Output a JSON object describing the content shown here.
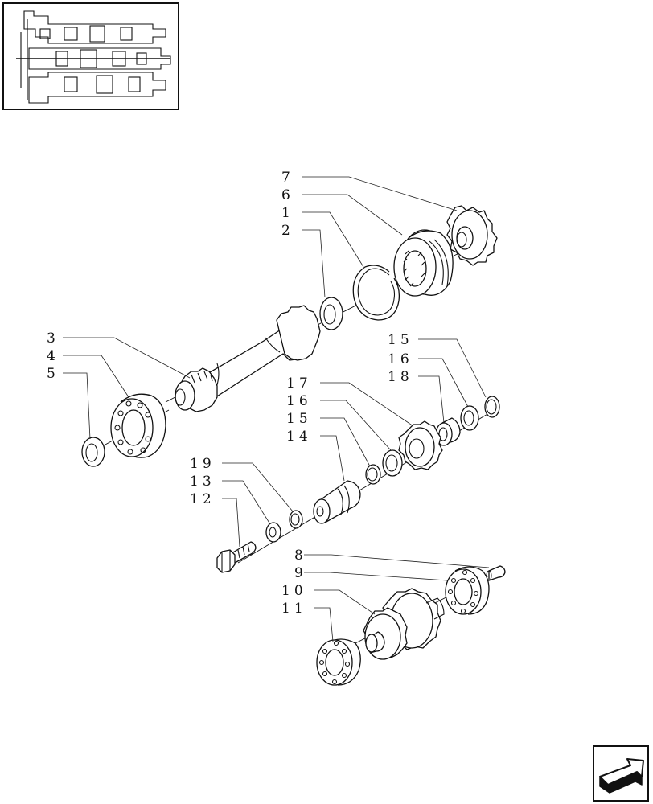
{
  "callouts": [
    {
      "id": "7",
      "text": "7"
    },
    {
      "id": "6",
      "text": "6"
    },
    {
      "id": "1",
      "text": "1"
    },
    {
      "id": "2",
      "text": "2"
    },
    {
      "id": "3",
      "text": "3"
    },
    {
      "id": "4",
      "text": "4"
    },
    {
      "id": "5",
      "text": "5"
    },
    {
      "id": "15a",
      "text": "15"
    },
    {
      "id": "16a",
      "text": "16"
    },
    {
      "id": "18",
      "text": "18"
    },
    {
      "id": "17",
      "text": "17"
    },
    {
      "id": "16b",
      "text": "16"
    },
    {
      "id": "15b",
      "text": "15"
    },
    {
      "id": "14",
      "text": "14"
    },
    {
      "id": "19",
      "text": "19"
    },
    {
      "id": "13",
      "text": "13"
    },
    {
      "id": "12",
      "text": "12"
    },
    {
      "id": "8",
      "text": "8"
    },
    {
      "id": "9",
      "text": "9"
    },
    {
      "id": "10",
      "text": "10"
    },
    {
      "id": "11",
      "text": "11"
    }
  ],
  "icons": {
    "thumbnail": "transmission-overview-icon",
    "navigation": "back-arrow-icon"
  },
  "colors": {
    "line": "#111111",
    "background": "#ffffff"
  }
}
